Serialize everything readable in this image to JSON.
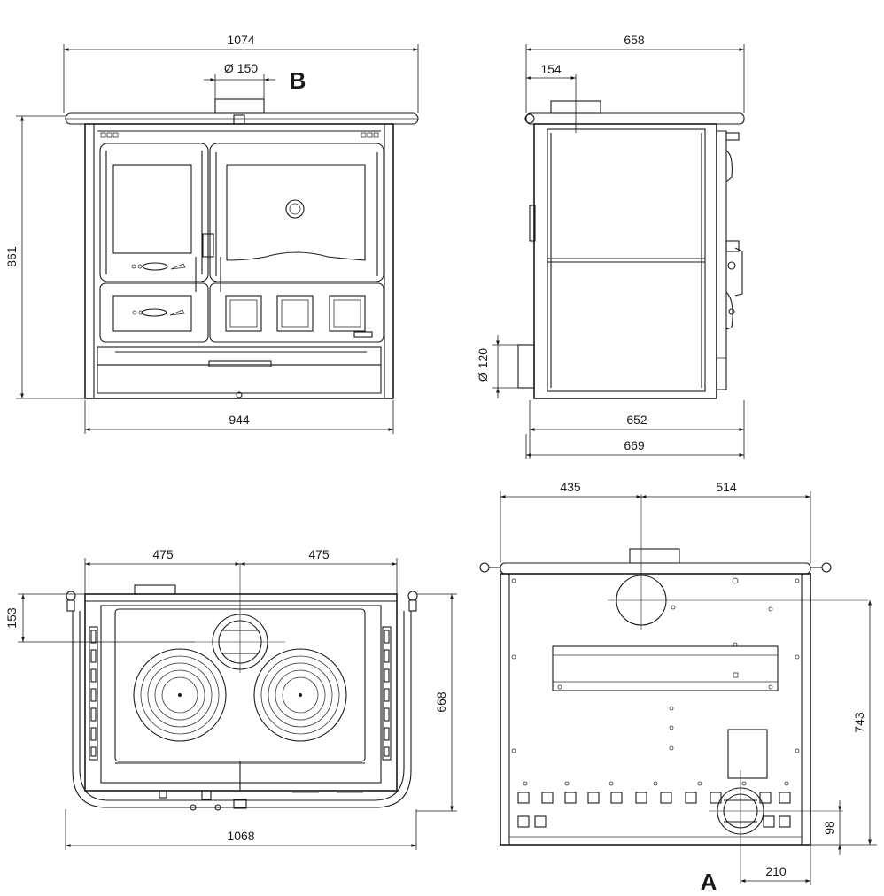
{
  "front_view": {
    "overall_width": "1074",
    "flue_diameter": "Ø 150",
    "flue_marker": "B",
    "overall_height": "861",
    "body_width": "944"
  },
  "side_view": {
    "overall_depth": "658",
    "flue_offset": "154",
    "air_inlet_diameter": "Ø 120",
    "body_depth": "652",
    "depth_with_handles": "669"
  },
  "top_view": {
    "left_half": "475",
    "right_half": "475",
    "flue_from_back": "153",
    "hob_depth": "668",
    "overall_width": "1068"
  },
  "rear_view": {
    "left_to_flue": "435",
    "flue_to_right": "514",
    "flue_height": "743",
    "inlet_height": "98",
    "inlet_from_right": "210",
    "inlet_marker": "A"
  }
}
